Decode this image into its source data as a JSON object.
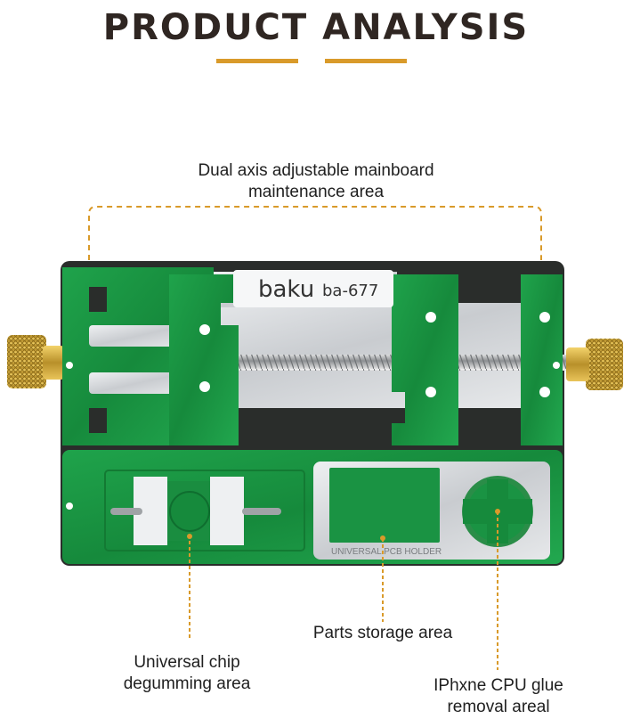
{
  "header": {
    "title": "PRODUCT ANALYSIS"
  },
  "product": {
    "brand": "baku",
    "model": "ba-677",
    "plate_text": "UNIVERSAL PCB HOLDER"
  },
  "annotations": {
    "top_line1": "Dual axis adjustable mainboard",
    "top_line2": "maintenance area",
    "chip_line1": "Universal chip",
    "chip_line2": "degumming area",
    "parts": "Parts storage area",
    "cpu_line1": "IPhxne CPU glue",
    "cpu_line2": "removal areal"
  },
  "colors": {
    "accent": "#d99a2a",
    "board_green": "#1f9a47",
    "steel": "#d6d9dc",
    "brass": "#c9a33a"
  }
}
